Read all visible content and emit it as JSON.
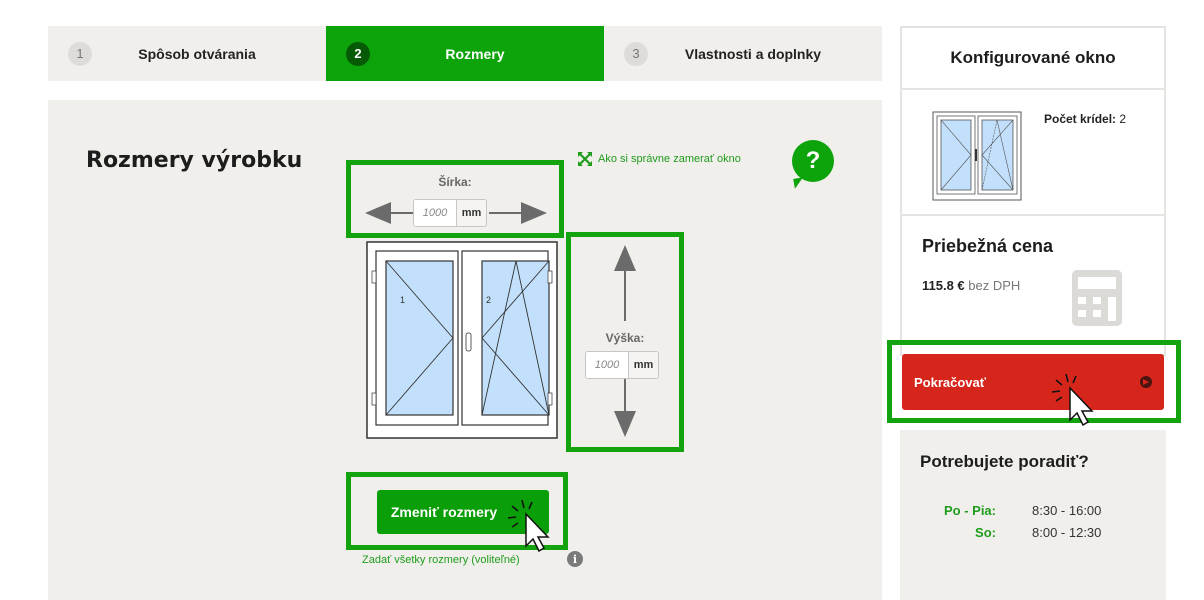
{
  "steps": [
    {
      "number": "1",
      "label": "Spôsob otvárania",
      "active": false
    },
    {
      "number": "2",
      "label": "Rozmery",
      "active": true
    },
    {
      "number": "3",
      "label": "Vlastnosti a doplnky",
      "active": false
    }
  ],
  "main": {
    "title": "Rozmery výrobku",
    "measure_link": "Ako si správne zamerať okno",
    "help_icon": "?",
    "width": {
      "label": "Šírka:",
      "value": "1000",
      "unit": "mm"
    },
    "height": {
      "label": "Výška:",
      "value": "1000",
      "unit": "mm"
    },
    "window": {
      "sash_labels": [
        "1",
        "2"
      ]
    },
    "change_button": "Zmeniť rozmery",
    "all_dimensions_link": "Zadať všetky rozmery (voliteľné)",
    "info_icon": "i"
  },
  "sidebar": {
    "configured_title": "Konfigurované okno",
    "wings_label": "Počet krídel:",
    "wings_value": "2",
    "price_title": "Priebežná cena",
    "price_value": "115.8 €",
    "price_suffix": "bez DPH",
    "continue_button": "Pokračovať",
    "advice_title": "Potrebujete poradiť?",
    "hours": [
      {
        "day": "Po - Pia:",
        "time": "8:30 - 16:00"
      },
      {
        "day": "So:",
        "time": "8:00 - 12:30"
      }
    ]
  },
  "colors": {
    "accent_green": "#0da30a",
    "highlight_green": "#13a30f",
    "continue_red": "#d6261c",
    "panel_bg": "#f1efec",
    "glass_blue": "#c2e0fb"
  }
}
